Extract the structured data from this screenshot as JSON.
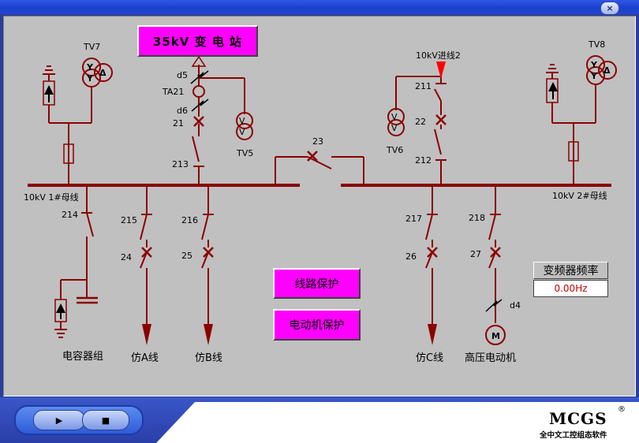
{
  "window": {
    "close_glyph": "×"
  },
  "title": "35kV 变 电 站",
  "buttons": {
    "line_protection": "线路保护",
    "motor_protection": "电动机保护"
  },
  "frequency": {
    "label": "变频器频率",
    "value": "0.00Hz"
  },
  "buses": {
    "bus1": "10kV 1#母线",
    "bus2": "10kV 2#母线"
  },
  "transformers": {
    "tv7": "TV7",
    "tv8": "TV8",
    "tv5": "TV5",
    "tv6": "TV6",
    "tv5_symbol": "V",
    "tv6_symbol": "V",
    "y_symbol": "Y",
    "delta_symbol": "Δ"
  },
  "incoming": {
    "line2": "10kV进线2"
  },
  "devices": {
    "d5": "d5",
    "ta21": "TA21",
    "d6": "d6",
    "d4": "d4",
    "motor_symbol": "M"
  },
  "switches": {
    "s21": "21",
    "s213": "213",
    "s23": "23",
    "s211": "211",
    "s22": "22",
    "s212": "212",
    "s214": "214",
    "s215": "215",
    "s24": "24",
    "s216": "216",
    "s25": "25",
    "s217": "217",
    "s26": "26",
    "s218": "218",
    "s27": "27"
  },
  "loads": {
    "capacitor": "电容器组",
    "line_a": "仿A线",
    "line_b": "仿B线",
    "line_c": "仿C线",
    "motor": "高压电动机"
  },
  "controls": {
    "play_glyph": "▶",
    "stop_glyph": "■"
  },
  "brand": {
    "logo": "MCGS",
    "reg": "®",
    "subtitle": "全中文工控组态软件"
  },
  "colors": {
    "line": "#8b0000",
    "button": "#ff00ff",
    "canvas": "#c0c0c0",
    "arrow": "#8b0000",
    "incoming_arrow": "#ff0000"
  }
}
